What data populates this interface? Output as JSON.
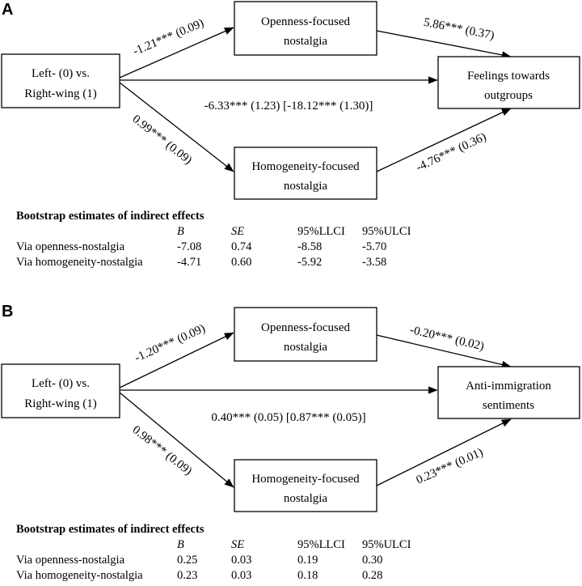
{
  "panels": [
    {
      "letter": "A",
      "predictor": [
        "Left- (0) vs.",
        "Right-wing (1)"
      ],
      "mediator_top": [
        "Openness-focused",
        "nostalgia"
      ],
      "mediator_bottom": [
        "Homogeneity-focused",
        "nostalgia"
      ],
      "outcome": [
        "Feelings towards",
        "outgroups"
      ],
      "paths": {
        "a_top": "-1.21*** (0.09)",
        "b_top": "5.86*** (0.37)",
        "direct": "-6.33*** (1.23) [-18.12*** (1.30)]",
        "a_bottom": "0.99*** (0.09)",
        "b_bottom": "-4.76*** (0.36)"
      },
      "table": {
        "title": "Bootstrap estimates of indirect effects",
        "headers": [
          "",
          "B",
          "SE",
          "95%LLCI",
          "95%ULCI"
        ],
        "rows": [
          [
            "Via openness-nostalgia",
            "-7.08",
            "0.74",
            "-8.58",
            "-5.70"
          ],
          [
            "Via homogeneity-nostalgia",
            "-4.71",
            "0.60",
            "-5.92",
            "-3.58"
          ]
        ]
      }
    },
    {
      "letter": "B",
      "predictor": [
        "Left- (0) vs.",
        "Right-wing (1)"
      ],
      "mediator_top": [
        "Openness-focused",
        "nostalgia"
      ],
      "mediator_bottom": [
        "Homogeneity-focused",
        "nostalgia"
      ],
      "outcome": [
        "Anti-immigration",
        "sentiments"
      ],
      "paths": {
        "a_top": "-1.20*** (0.09)",
        "b_top": "-0.20*** (0.02)",
        "direct": "0.40*** (0.05) [0.87*** (0.05)]",
        "a_bottom": "0.98*** (0.09)",
        "b_bottom": "0.23*** (0.01)"
      },
      "table": {
        "title": "Bootstrap estimates of indirect effects",
        "headers": [
          "",
          "B",
          "SE",
          "95%LLCI",
          "95%ULCI"
        ],
        "rows": [
          [
            "Via openness-nostalgia",
            "0.25",
            "0.03",
            "0.19",
            "0.30"
          ],
          [
            "Via homogeneity-nostalgia",
            "0.23",
            "0.03",
            "0.18",
            "0.28"
          ]
        ]
      }
    }
  ]
}
